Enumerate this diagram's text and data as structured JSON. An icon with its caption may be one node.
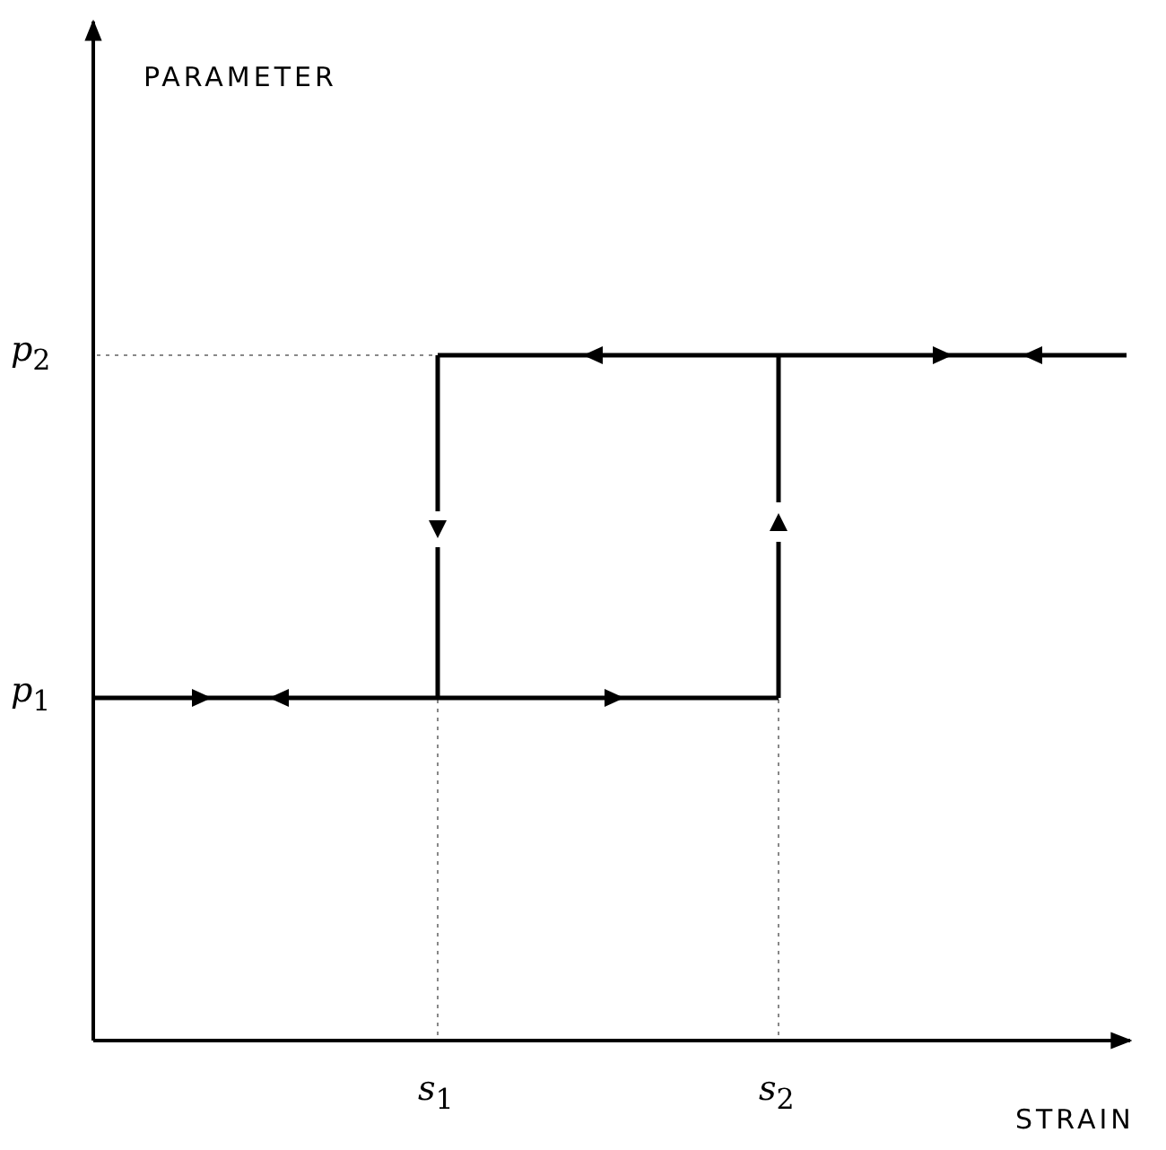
{
  "diagram": {
    "labels": [
      "PARAMETER",
      "*p*$_{2}$",
      "*p*$_{1}$",
      "*s*$_{1}$",
      "*s*$_{2}$",
      "STRAIN"
    ]
  }
}
